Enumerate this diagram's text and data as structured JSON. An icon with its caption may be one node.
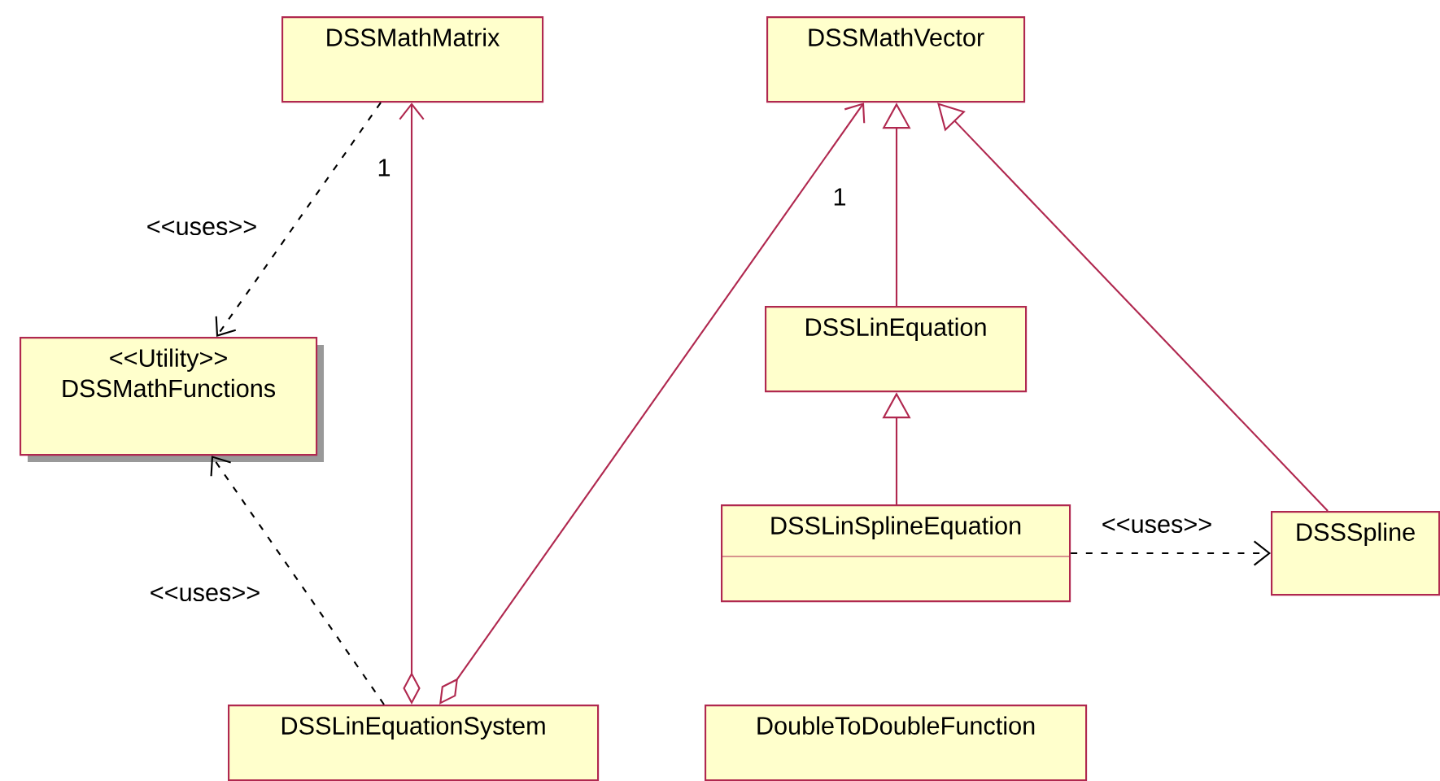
{
  "diagram": {
    "nodes": [
      {
        "text": [
          "DSSMathMatrix"
        ]
      },
      {
        "text": [
          "DSSMathVector"
        ]
      },
      {
        "text": [
          "<<Utility>>",
          "DSSMathFunctions"
        ]
      },
      {
        "text": [
          "DSSLinEquation"
        ]
      },
      {
        "text": [
          "DSSLinSplineEquation"
        ]
      },
      {
        "text": [
          "DSSSpline"
        ]
      },
      {
        "text": [
          "DSSLinEquationSystem"
        ]
      },
      {
        "text": [
          "DoubleToDoubleFunction"
        ]
      }
    ],
    "edges": [
      {
        "from": 0,
        "to": 2,
        "arrow": "to",
        "label": "<<uses>>",
        "style": "dashed",
        "color": "#000000"
      },
      {
        "from": 6,
        "to": 2,
        "arrow": "to",
        "label": "<<uses>>",
        "style": "dashed",
        "color": "#000000"
      },
      {
        "from": 6,
        "to": 0,
        "arrow": "to",
        "label": "1"
      },
      {
        "from": 6,
        "to": 1,
        "arrow": "to",
        "label": "1"
      },
      {
        "from": 3,
        "to": 1,
        "arrow": "to"
      },
      {
        "from": 4,
        "to": 3,
        "arrow": "to"
      },
      {
        "from": 5,
        "to": 1,
        "arrow": "to"
      },
      {
        "from": 4,
        "to": 5,
        "arrow": "to",
        "label": "<<uses>>",
        "style": "dashed",
        "color": "#000000"
      }
    ]
  }
}
